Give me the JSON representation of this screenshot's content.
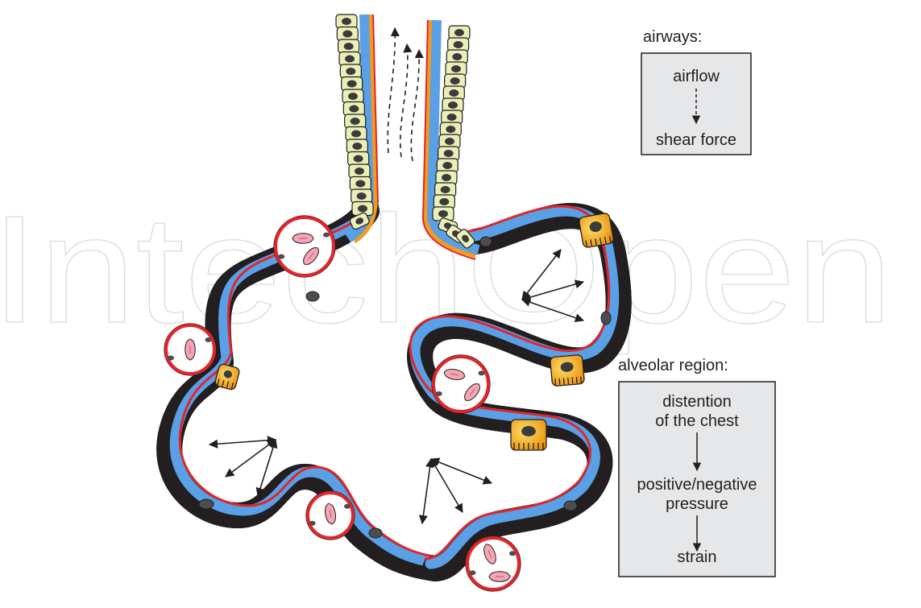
{
  "watermark": "IntechOpen",
  "airways": {
    "heading": "airways:",
    "steps": [
      "airflow",
      "shear force"
    ]
  },
  "alveolar": {
    "heading": "alveolar region:",
    "steps": [
      [
        "distention",
        "of the chest"
      ],
      [
        "positive/negative",
        "pressure"
      ],
      [
        "strain"
      ]
    ]
  },
  "colors": {
    "blue": "#5aa0e6",
    "gray": "#c9cbcd",
    "red": "#e0262b",
    "cell_cream": "#e9efb6",
    "type2_orange": "#f2a81d",
    "erythrocyte": "#f3a6b4",
    "box_fill": "#e6e7e8"
  }
}
